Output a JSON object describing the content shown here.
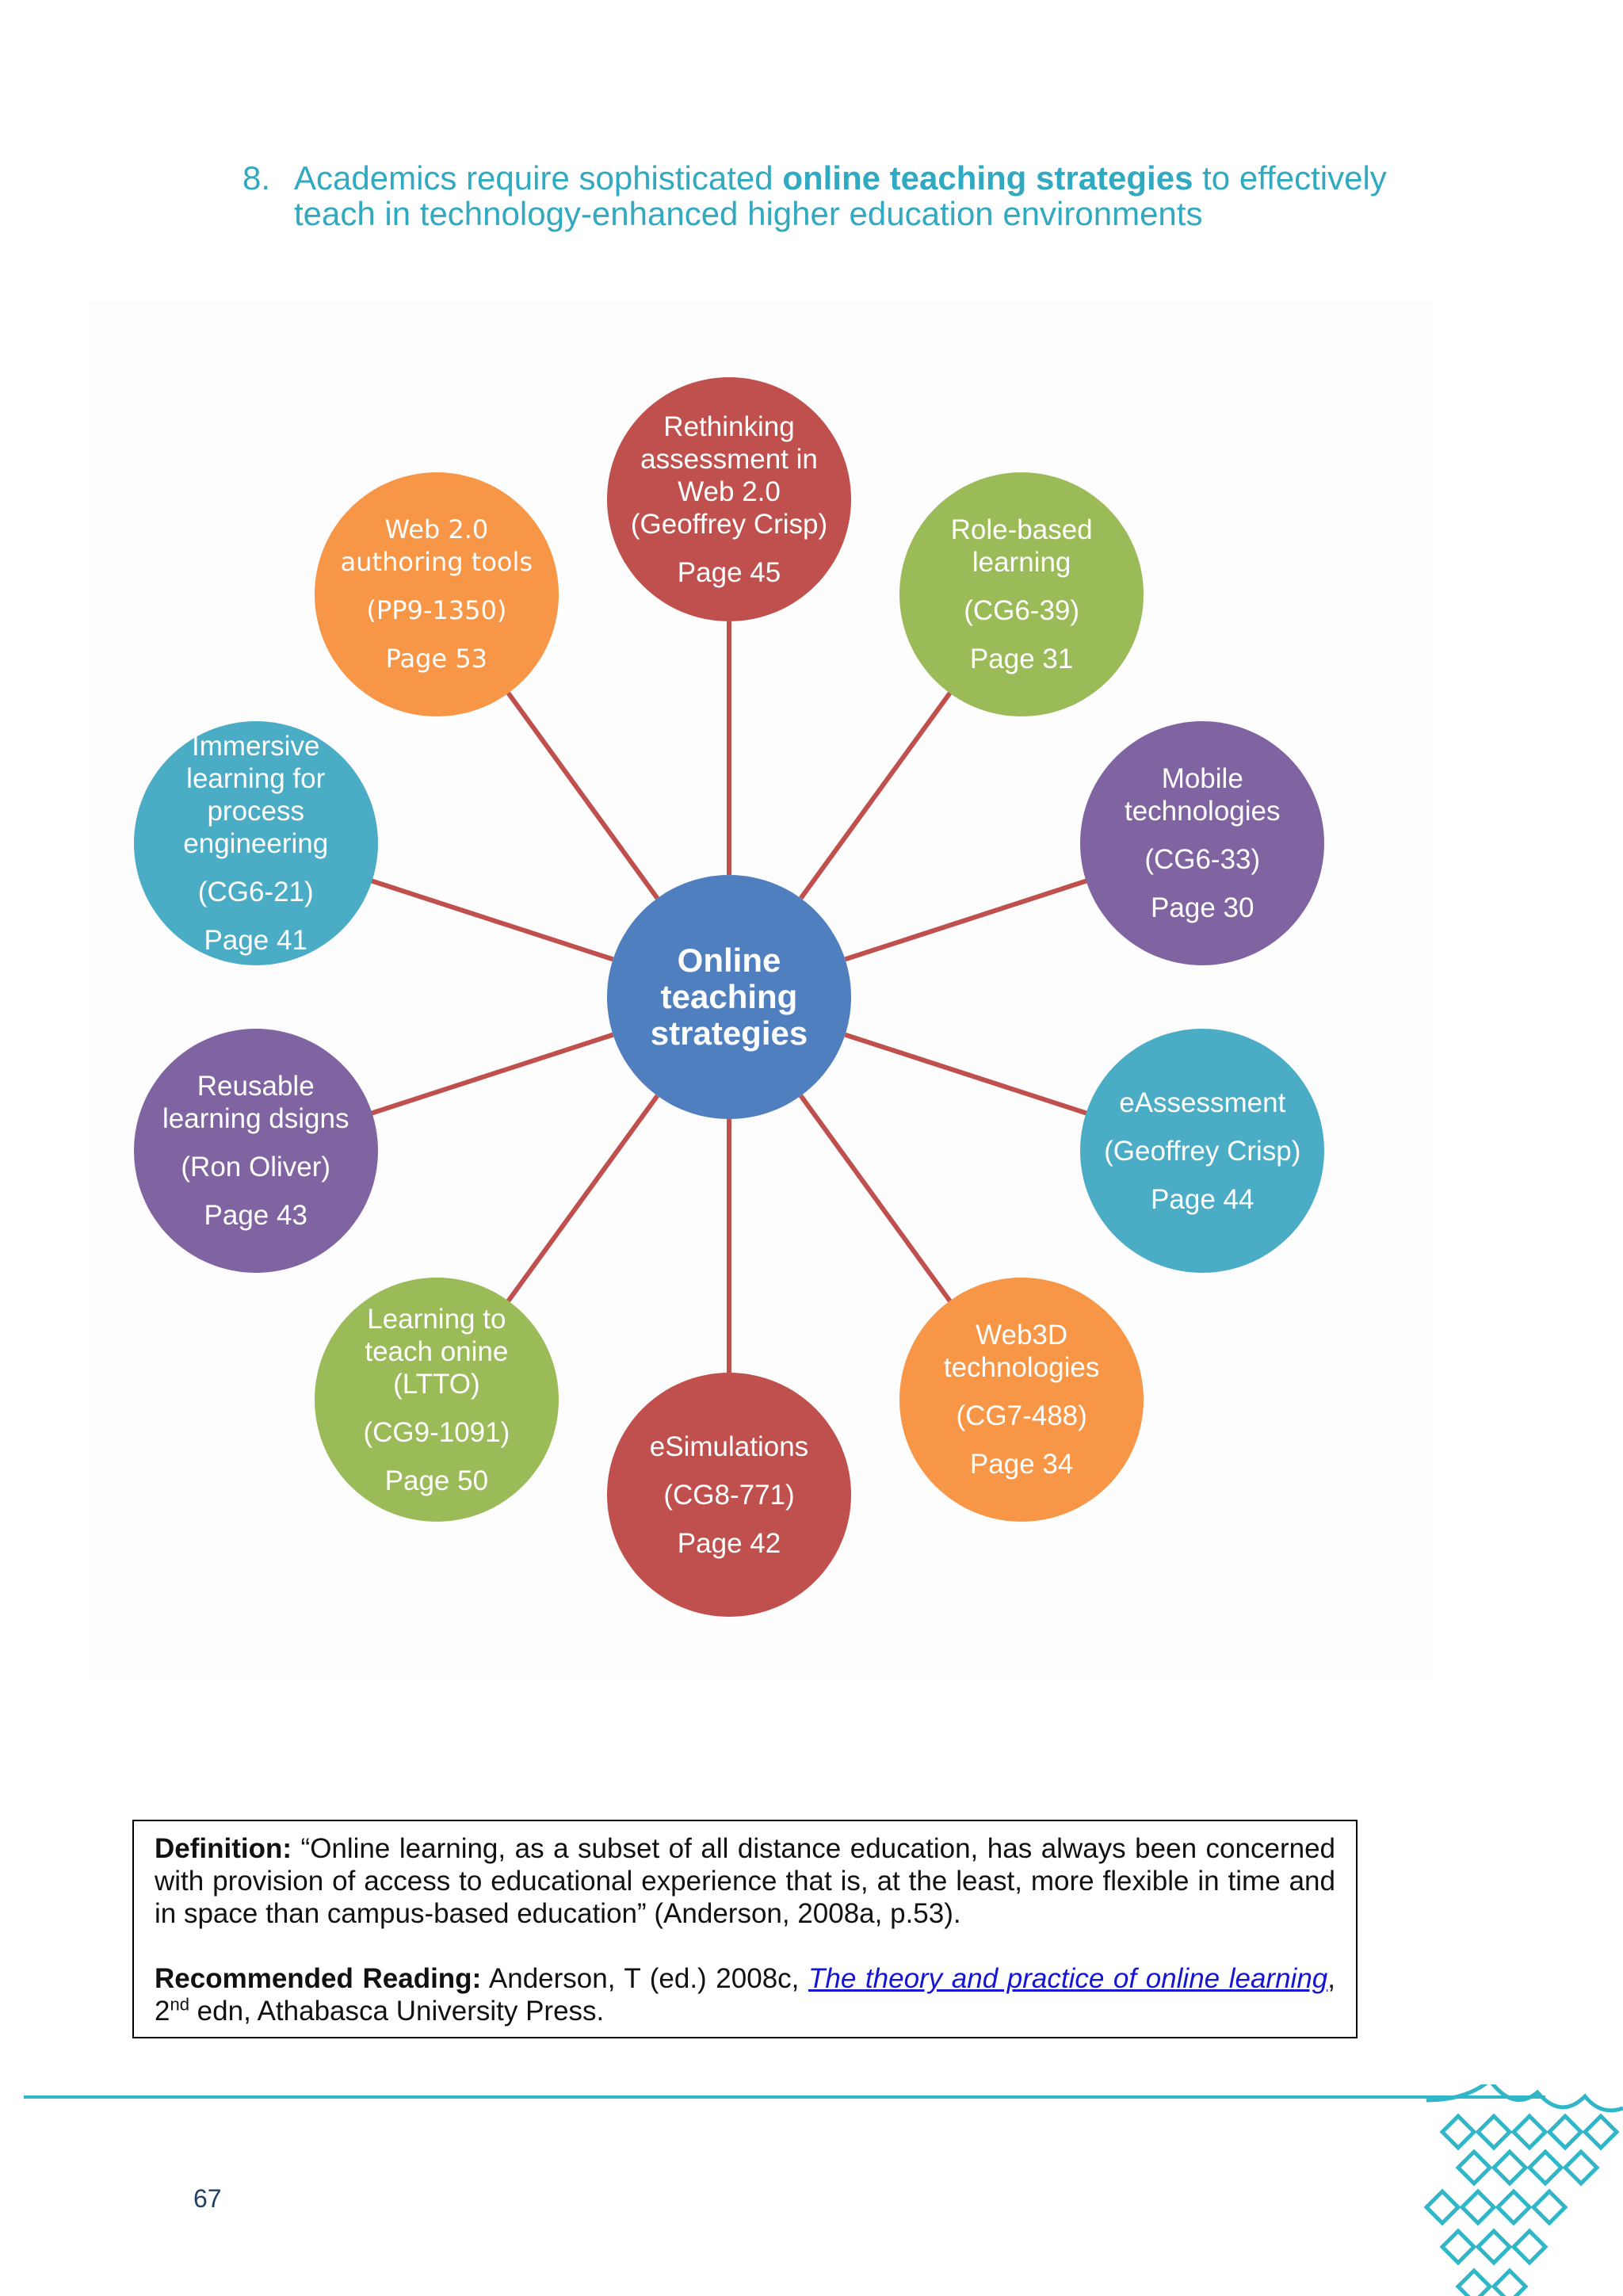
{
  "heading": {
    "number": "8.",
    "text_before": "Academics require sophisticated ",
    "text_bold": "online teaching strategies",
    "text_after": " to effectively teach in technology-enhanced higher education environments"
  },
  "diagram": {
    "hub": {
      "label": "Online teaching strategies",
      "color": "#4f7fbf"
    },
    "spoke_color": "#c0504d",
    "nodes": [
      {
        "title": "Rethinking assessment in Web 2.0 (Geoffrey Crisp)",
        "code": "",
        "page": "Page 45",
        "color": "#c0504d"
      },
      {
        "title": "Role-based learning",
        "code": "(CG6-39)",
        "page": "Page 31",
        "color": "#9bbb59"
      },
      {
        "title": "Mobile technologies",
        "code": "(CG6-33)",
        "page": "Page 30",
        "color": "#8064a2"
      },
      {
        "title": "eAssessment",
        "code": "(Geoffrey Crisp)",
        "page": "Page 44",
        "color": "#4bacc6"
      },
      {
        "title": "Web3D technologies",
        "code": "(CG7-488)",
        "page": "Page 34",
        "color": "#f79646"
      },
      {
        "title": "eSimulations",
        "code": "(CG8-771)",
        "page": "Page 42",
        "color": "#c0504d"
      },
      {
        "title": "Learning to teach onine (LTTO)",
        "code": "(CG9-1091)",
        "page": "Page 50",
        "color": "#9bbb59"
      },
      {
        "title": "Reusable learning dsigns",
        "code": "(Ron Oliver)",
        "page": "Page 43",
        "color": "#8064a2"
      },
      {
        "title": "Immersive learning for process engineering",
        "code": "(CG6-21)",
        "page": "Page 41",
        "color": "#4bacc6"
      },
      {
        "title": "Web 2.0 authoring tools",
        "code": "(PP9-1350)",
        "page": "Page 53",
        "color": "#f79646"
      }
    ]
  },
  "definition": {
    "label": "Definition:",
    "text": " “Online learning, as a subset of all distance education, has always been concerned with provision of access to educational experience that is, at the least, more flexible in time and in space than campus-based education” (Anderson, 2008a, p.53).",
    "reading_label": "Recommended Reading:",
    "reading_text": " Anderson, T (ed.) 2008c, ",
    "reading_link": "The theory and practice of online learning",
    "reading_after": ", 2",
    "reading_sup": "nd",
    "reading_end": " edn, Athabasca University Press."
  },
  "footer": {
    "page_number": "67",
    "rule_color": "#31b6c8"
  }
}
